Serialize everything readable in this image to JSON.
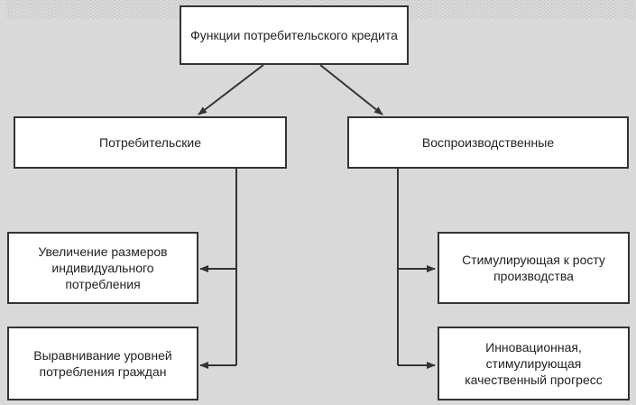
{
  "diagram": {
    "root": "Функции потребительского кредита",
    "branches": [
      {
        "label": "Потребительские",
        "children": [
          "Увеличение размеров индивидуального потребления",
          "Выравнивание уровней потребления граждан"
        ]
      },
      {
        "label": "Воспроизводственные",
        "children": [
          "Стимулирующая к росту производства",
          "Инновационная, стимулирующая качественный прогресс"
        ]
      }
    ]
  },
  "colors": {
    "background": "#d9d9d9",
    "box": "#ffffff",
    "line": "#333333"
  }
}
